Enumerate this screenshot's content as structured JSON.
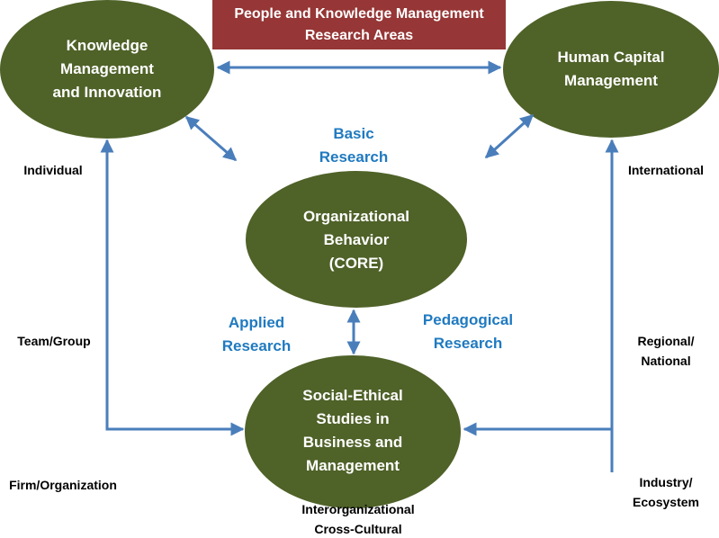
{
  "title": "People and Knowledge Management\nResearch Areas",
  "nodes": {
    "km": "Knowledge\nManagement\nand Innovation",
    "hcm": "Human Capital\nManagement",
    "ob": "Organizational\nBehavior\n(CORE)",
    "se": "Social-Ethical\nStudies in\nBusiness and\nManagement"
  },
  "research_types": {
    "basic": "Basic\nResearch",
    "applied": "Applied\nResearch",
    "pedagogical": "Pedagogical\nResearch"
  },
  "levels_left": [
    "Individual",
    "Team/Group",
    "Firm/Organization"
  ],
  "levels_bottom": "Interorganizational\nCross-Cultural",
  "levels_right": [
    "International",
    "Regional/\nNational",
    "Industry/\nEcosystem"
  ],
  "colors": {
    "node": "#4f6228",
    "title": "#963636",
    "arrow": "#4a7ebb",
    "research": "#1f7ac0"
  }
}
